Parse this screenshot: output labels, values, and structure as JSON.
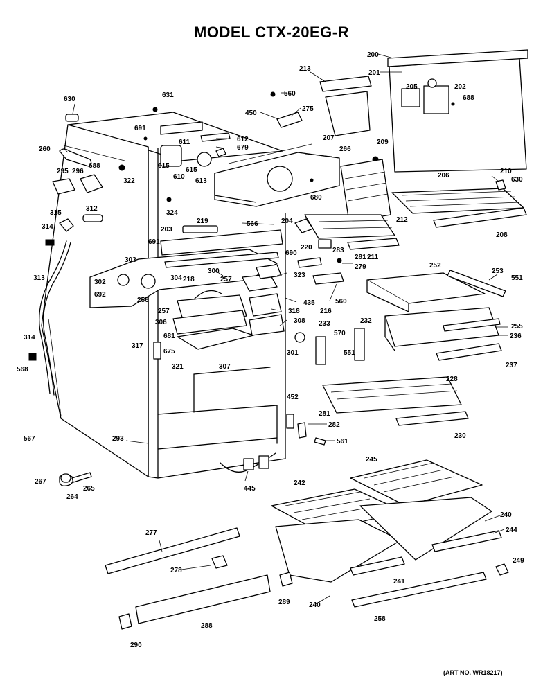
{
  "title": "MODEL CTX-20EG-R",
  "art_number": "(ART NO. WR18217)",
  "callouts": [
    {
      "id": "200",
      "text": "200"
    },
    {
      "id": "201",
      "text": "201"
    },
    {
      "id": "202",
      "text": "202"
    },
    {
      "id": "203",
      "text": "203"
    },
    {
      "id": "204",
      "text": "204"
    },
    {
      "id": "205",
      "text": "205"
    },
    {
      "id": "206",
      "text": "206"
    },
    {
      "id": "207",
      "text": "207"
    },
    {
      "id": "208",
      "text": "208"
    },
    {
      "id": "209",
      "text": "209"
    },
    {
      "id": "210",
      "text": "210"
    },
    {
      "id": "211",
      "text": "211"
    },
    {
      "id": "212",
      "text": "212"
    },
    {
      "id": "213",
      "text": "213"
    },
    {
      "id": "216",
      "text": "216"
    },
    {
      "id": "218",
      "text": "218"
    },
    {
      "id": "219",
      "text": "219"
    },
    {
      "id": "220",
      "text": "220"
    },
    {
      "id": "228",
      "text": "228"
    },
    {
      "id": "230",
      "text": "230"
    },
    {
      "id": "232",
      "text": "232"
    },
    {
      "id": "233",
      "text": "233"
    },
    {
      "id": "236",
      "text": "236"
    },
    {
      "id": "237",
      "text": "237"
    },
    {
      "id": "240a",
      "text": "240"
    },
    {
      "id": "240b",
      "text": "240"
    },
    {
      "id": "241",
      "text": "241"
    },
    {
      "id": "242",
      "text": "242"
    },
    {
      "id": "244",
      "text": "244"
    },
    {
      "id": "245",
      "text": "245"
    },
    {
      "id": "249",
      "text": "249"
    },
    {
      "id": "252",
      "text": "252"
    },
    {
      "id": "253",
      "text": "253"
    },
    {
      "id": "255",
      "text": "255"
    },
    {
      "id": "256",
      "text": "256"
    },
    {
      "id": "257a",
      "text": "257"
    },
    {
      "id": "257b",
      "text": "257"
    },
    {
      "id": "258",
      "text": "258"
    },
    {
      "id": "260",
      "text": "260"
    },
    {
      "id": "264",
      "text": "264"
    },
    {
      "id": "265",
      "text": "265"
    },
    {
      "id": "266",
      "text": "266"
    },
    {
      "id": "267",
      "text": "267"
    },
    {
      "id": "275",
      "text": "275"
    },
    {
      "id": "277",
      "text": "277"
    },
    {
      "id": "278",
      "text": "278"
    },
    {
      "id": "279",
      "text": "279"
    },
    {
      "id": "281a",
      "text": "281"
    },
    {
      "id": "281b",
      "text": "281"
    },
    {
      "id": "282",
      "text": "282"
    },
    {
      "id": "283",
      "text": "283"
    },
    {
      "id": "288",
      "text": "288"
    },
    {
      "id": "289",
      "text": "289"
    },
    {
      "id": "290",
      "text": "290"
    },
    {
      "id": "293",
      "text": "293"
    },
    {
      "id": "295",
      "text": "295"
    },
    {
      "id": "296",
      "text": "296"
    },
    {
      "id": "300",
      "text": "300"
    },
    {
      "id": "301",
      "text": "301"
    },
    {
      "id": "302",
      "text": "302"
    },
    {
      "id": "303",
      "text": "303"
    },
    {
      "id": "304",
      "text": "304"
    },
    {
      "id": "306",
      "text": "306"
    },
    {
      "id": "307",
      "text": "307"
    },
    {
      "id": "308",
      "text": "308"
    },
    {
      "id": "312",
      "text": "312"
    },
    {
      "id": "313",
      "text": "313"
    },
    {
      "id": "314a",
      "text": "314"
    },
    {
      "id": "314b",
      "text": "314"
    },
    {
      "id": "315",
      "text": "315"
    },
    {
      "id": "317",
      "text": "317"
    },
    {
      "id": "318",
      "text": "318"
    },
    {
      "id": "321",
      "text": "321"
    },
    {
      "id": "322",
      "text": "322"
    },
    {
      "id": "323",
      "text": "323"
    },
    {
      "id": "324",
      "text": "324"
    },
    {
      "id": "435",
      "text": "435"
    },
    {
      "id": "445",
      "text": "445"
    },
    {
      "id": "450",
      "text": "450"
    },
    {
      "id": "452",
      "text": "452"
    },
    {
      "id": "551a",
      "text": "551"
    },
    {
      "id": "551b",
      "text": "551"
    },
    {
      "id": "560a",
      "text": "560"
    },
    {
      "id": "560b",
      "text": "560"
    },
    {
      "id": "561",
      "text": "561"
    },
    {
      "id": "566",
      "text": "566"
    },
    {
      "id": "567",
      "text": "567"
    },
    {
      "id": "568",
      "text": "568"
    },
    {
      "id": "570",
      "text": "570"
    },
    {
      "id": "610",
      "text": "610"
    },
    {
      "id": "611",
      "text": "611"
    },
    {
      "id": "612",
      "text": "612"
    },
    {
      "id": "613",
      "text": "613"
    },
    {
      "id": "615a",
      "text": "615"
    },
    {
      "id": "615b",
      "text": "615"
    },
    {
      "id": "630a",
      "text": "630"
    },
    {
      "id": "630b",
      "text": "630"
    },
    {
      "id": "631",
      "text": "631"
    },
    {
      "id": "675",
      "text": "675"
    },
    {
      "id": "679",
      "text": "679"
    },
    {
      "id": "680",
      "text": "680"
    },
    {
      "id": "681",
      "text": "681"
    },
    {
      "id": "688a",
      "text": "688"
    },
    {
      "id": "688b",
      "text": "688"
    },
    {
      "id": "690",
      "text": "690"
    },
    {
      "id": "691a",
      "text": "691"
    },
    {
      "id": "691b",
      "text": "691"
    },
    {
      "id": "692",
      "text": "692"
    }
  ]
}
